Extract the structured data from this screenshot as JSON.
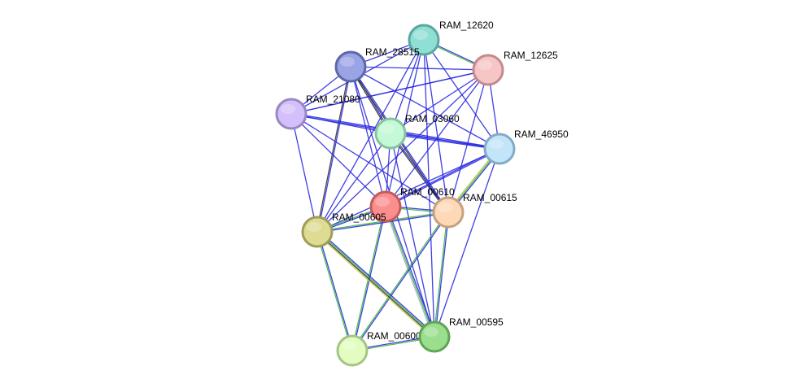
{
  "network": {
    "nodes": [
      {
        "id": "RAM_12620",
        "label": "RAM_12620",
        "fill": "#8fdfd4",
        "stroke": "#5aa79e"
      },
      {
        "id": "RAM_28515",
        "label": "RAM_28515",
        "fill": "#9aa3e4",
        "stroke": "#5c68a8"
      },
      {
        "id": "RAM_12625",
        "label": "RAM_12625",
        "fill": "#f6c5c5",
        "stroke": "#c48a8a"
      },
      {
        "id": "RAM_21080",
        "label": "RAM_21080",
        "fill": "#d3c0fa",
        "stroke": "#9a86c4"
      },
      {
        "id": "RAM_03060",
        "label": "RAM_03060",
        "fill": "#c3f9d6",
        "stroke": "#86c39c"
      },
      {
        "id": "RAM_46950",
        "label": "RAM_46950",
        "fill": "#c2e5fa",
        "stroke": "#85abc4"
      },
      {
        "id": "RAM_00610",
        "label": "RAM_00610",
        "fill": "#fb8f8f",
        "stroke": "#c45a5a"
      },
      {
        "id": "RAM_00615",
        "label": "RAM_00615",
        "fill": "#fdd9b7",
        "stroke": "#c5a27f"
      },
      {
        "id": "RAM_00605",
        "label": "RAM_00605",
        "fill": "#dedb93",
        "stroke": "#a09d5a"
      },
      {
        "id": "RAM_00600",
        "label": "RAM_00600",
        "fill": "#e2fdbf",
        "stroke": "#a5c486"
      },
      {
        "id": "RAM_00595",
        "label": "RAM_00595",
        "fill": "#9ade8e",
        "stroke": "#5fa553"
      }
    ],
    "edges": [
      {
        "source": "RAM_12620",
        "target": "RAM_12625",
        "colors": [
          "#2a2ae0",
          "#3cb43c"
        ]
      },
      {
        "source": "RAM_12620",
        "target": "RAM_28515",
        "colors": [
          "#2a2ae0"
        ]
      },
      {
        "source": "RAM_12620",
        "target": "RAM_21080",
        "colors": [
          "#2a2ae0"
        ]
      },
      {
        "source": "RAM_12620",
        "target": "RAM_03060",
        "colors": [
          "#2a2ae0"
        ]
      },
      {
        "source": "RAM_12620",
        "target": "RAM_46950",
        "colors": [
          "#2a2ae0"
        ]
      },
      {
        "source": "RAM_12620",
        "target": "RAM_00610",
        "colors": [
          "#2a2ae0"
        ]
      },
      {
        "source": "RAM_12620",
        "target": "RAM_00615",
        "colors": [
          "#2a2ae0"
        ]
      },
      {
        "source": "RAM_12620",
        "target": "RAM_00605",
        "colors": [
          "#2a2ae0"
        ]
      },
      {
        "source": "RAM_12620",
        "target": "RAM_00595",
        "colors": [
          "#2a2ae0"
        ]
      },
      {
        "source": "RAM_28515",
        "target": "RAM_12625",
        "colors": [
          "#2a2ae0"
        ]
      },
      {
        "source": "RAM_28515",
        "target": "RAM_21080",
        "colors": [
          "#2a2ae0"
        ]
      },
      {
        "source": "RAM_28515",
        "target": "RAM_03060",
        "colors": [
          "#2a2ae0",
          "#333333"
        ]
      },
      {
        "source": "RAM_28515",
        "target": "RAM_46950",
        "colors": [
          "#2a2ae0"
        ]
      },
      {
        "source": "RAM_28515",
        "target": "RAM_00610",
        "colors": [
          "#2a2ae0"
        ]
      },
      {
        "source": "RAM_28515",
        "target": "RAM_00615",
        "colors": [
          "#2a2ae0",
          "#333333"
        ]
      },
      {
        "source": "RAM_28515",
        "target": "RAM_00605",
        "colors": [
          "#2a2ae0",
          "#333333"
        ]
      },
      {
        "source": "RAM_12625",
        "target": "RAM_21080",
        "colors": [
          "#2a2ae0"
        ]
      },
      {
        "source": "RAM_12625",
        "target": "RAM_03060",
        "colors": [
          "#2a2ae0"
        ]
      },
      {
        "source": "RAM_12625",
        "target": "RAM_46950",
        "colors": [
          "#2a2ae0"
        ]
      },
      {
        "source": "RAM_12625",
        "target": "RAM_00610",
        "colors": [
          "#2a2ae0"
        ]
      },
      {
        "source": "RAM_12625",
        "target": "RAM_00615",
        "colors": [
          "#2a2ae0"
        ]
      },
      {
        "source": "RAM_12625",
        "target": "RAM_00605",
        "colors": [
          "#2a2ae0"
        ]
      },
      {
        "source": "RAM_21080",
        "target": "RAM_03060",
        "colors": [
          "#2a2ae0"
        ]
      },
      {
        "source": "RAM_21080",
        "target": "RAM_46950",
        "colors": [
          "#2a2ae0",
          "#2a2ae0"
        ]
      },
      {
        "source": "RAM_21080",
        "target": "RAM_00610",
        "colors": [
          "#2a2ae0"
        ]
      },
      {
        "source": "RAM_21080",
        "target": "RAM_00615",
        "colors": [
          "#2a2ae0"
        ]
      },
      {
        "source": "RAM_21080",
        "target": "RAM_00605",
        "colors": [
          "#2a2ae0"
        ]
      },
      {
        "source": "RAM_03060",
        "target": "RAM_46950",
        "colors": [
          "#2a2ae0",
          "#2a2ae0"
        ]
      },
      {
        "source": "RAM_03060",
        "target": "RAM_00610",
        "colors": [
          "#2a2ae0"
        ]
      },
      {
        "source": "RAM_03060",
        "target": "RAM_00615",
        "colors": [
          "#2a2ae0",
          "#333333"
        ]
      },
      {
        "source": "RAM_03060",
        "target": "RAM_00605",
        "colors": [
          "#2a2ae0"
        ]
      },
      {
        "source": "RAM_03060",
        "target": "RAM_00595",
        "colors": [
          "#2a2ae0"
        ]
      },
      {
        "source": "RAM_46950",
        "target": "RAM_00610",
        "colors": [
          "#2a2ae0",
          "#2a2ae0"
        ]
      },
      {
        "source": "RAM_46950",
        "target": "RAM_00615",
        "colors": [
          "#2a2ae0",
          "#3cb43c",
          "#c8c83c"
        ]
      },
      {
        "source": "RAM_46950",
        "target": "RAM_00605",
        "colors": [
          "#2a2ae0"
        ]
      },
      {
        "source": "RAM_00610",
        "target": "RAM_00615",
        "colors": [
          "#2a2ae0",
          "#3cb43c"
        ]
      },
      {
        "source": "RAM_00610",
        "target": "RAM_00605",
        "colors": [
          "#2a2ae0",
          "#3cb43c"
        ]
      },
      {
        "source": "RAM_00610",
        "target": "RAM_00600",
        "colors": [
          "#2a2ae0",
          "#3cb43c"
        ]
      },
      {
        "source": "RAM_00610",
        "target": "RAM_00595",
        "colors": [
          "#2a2ae0",
          "#3cb43c",
          "#9ab0c8"
        ]
      },
      {
        "source": "RAM_00615",
        "target": "RAM_00605",
        "colors": [
          "#2a2ae0",
          "#3cb43c"
        ]
      },
      {
        "source": "RAM_00615",
        "target": "RAM_00600",
        "colors": [
          "#2a2ae0",
          "#3cb43c"
        ]
      },
      {
        "source": "RAM_00615",
        "target": "RAM_00595",
        "colors": [
          "#2a2ae0",
          "#3cb43c"
        ]
      },
      {
        "source": "RAM_00605",
        "target": "RAM_00600",
        "colors": [
          "#2a2ae0",
          "#3cb43c"
        ]
      },
      {
        "source": "RAM_00605",
        "target": "RAM_00595",
        "colors": [
          "#2a2ae0",
          "#3cb43c",
          "#333333",
          "#c8c83c"
        ]
      },
      {
        "source": "RAM_00600",
        "target": "RAM_00595",
        "colors": [
          "#2a2ae0",
          "#3cb43c"
        ]
      },
      {
        "source": "RAM_21080",
        "target": "RAM_12625",
        "colors": [
          "#2a2ae0"
        ]
      },
      {
        "source": "RAM_28515",
        "target": "RAM_00595",
        "colors": [
          "#2a2ae0"
        ]
      },
      {
        "source": "RAM_46950",
        "target": "RAM_00595",
        "colors": [
          "#2a2ae0"
        ]
      }
    ]
  }
}
